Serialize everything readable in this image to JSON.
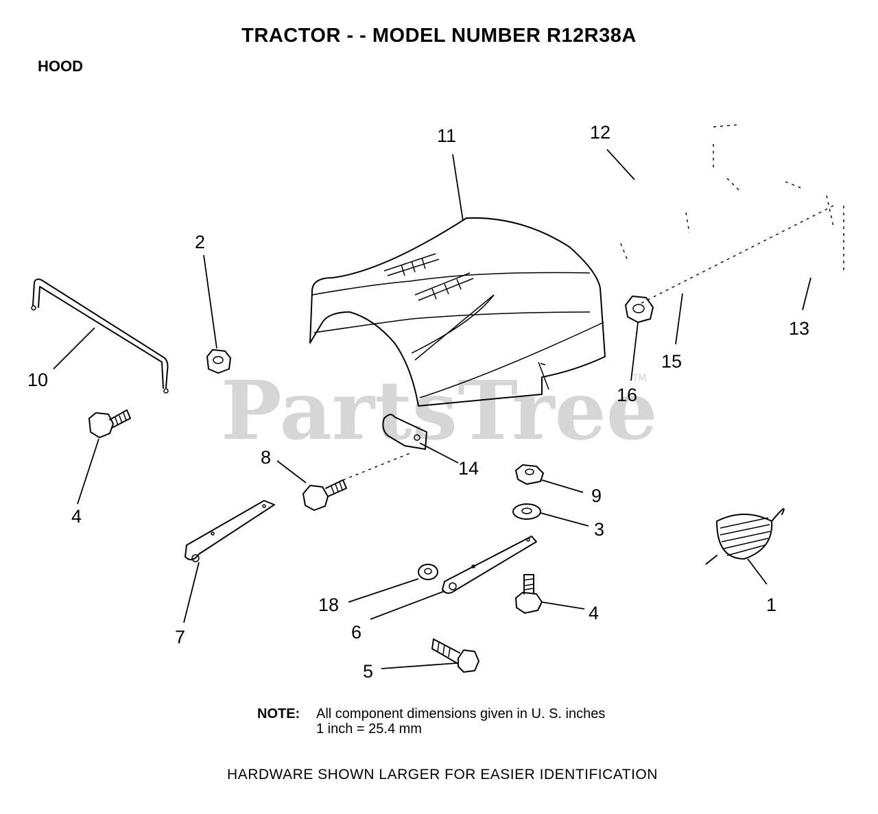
{
  "header": {
    "title": "TRACTOR - - MODEL NUMBER R12R38A",
    "section": "HOOD"
  },
  "watermark": {
    "text": "PartsTree",
    "tm": "TM"
  },
  "callouts": {
    "c1": "1",
    "c2": "2",
    "c3": "3",
    "c4a": "4",
    "c4b": "4",
    "c5": "5",
    "c6": "6",
    "c7": "7",
    "c8": "8",
    "c9": "9",
    "c10": "10",
    "c11": "11",
    "c12": "12",
    "c13": "13",
    "c14": "14",
    "c15": "15",
    "c16": "16",
    "c18": "18"
  },
  "note": {
    "label": "NOTE:",
    "line1": "All component dimensions given in U. S. inches",
    "line2": "1 inch = 25.4 mm"
  },
  "footer": "HARDWARE SHOWN LARGER FOR EASIER IDENTIFICATION"
}
